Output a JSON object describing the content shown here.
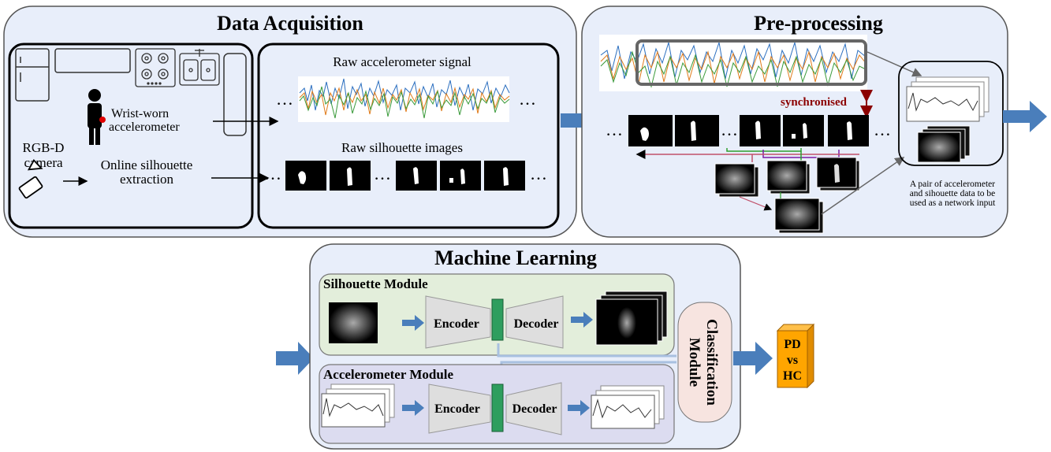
{
  "panels": {
    "acquisition": {
      "title": "Data Acquisition",
      "person_label_1": "Wrist-worn",
      "person_label_2": "accelerometer",
      "camera_label_1": "RGB-D",
      "camera_label_2": "camera",
      "extraction_label_1": "Online silhouette",
      "extraction_label_2": "extraction",
      "raw_accel_label": "Raw accelerometer signal",
      "raw_silhouette_label": "Raw silhouette images"
    },
    "preprocessing": {
      "title": "Pre-processing",
      "sync_label": "synchronised",
      "pair_caption_1": "A pair of accelerometer",
      "pair_caption_2": "and sihouette data to be",
      "pair_caption_3": "used as a network input"
    },
    "learning": {
      "title": "Machine Learning",
      "silhouette_module": "Silhouette Module",
      "accelerometer_module": "Accelerometer Module",
      "encoder": "Encoder",
      "decoder": "Decoder",
      "classification_1": "Classification",
      "classification_2": "Module",
      "output_1": "PD",
      "output_2": "vs",
      "output_3": "HC"
    }
  },
  "ellipsis": "…",
  "colors": {
    "panel_fill": "#e8eefa",
    "silhouette_module_fill": "#e3eedb",
    "accelerometer_module_fill": "#dcdcf0",
    "classification_fill": "#f7e4e0",
    "output_fill": "#ffa500",
    "arrow_fill": "#4a7ebb",
    "sync_red": "#8b0000",
    "latent_green": "#2e9e5e"
  }
}
